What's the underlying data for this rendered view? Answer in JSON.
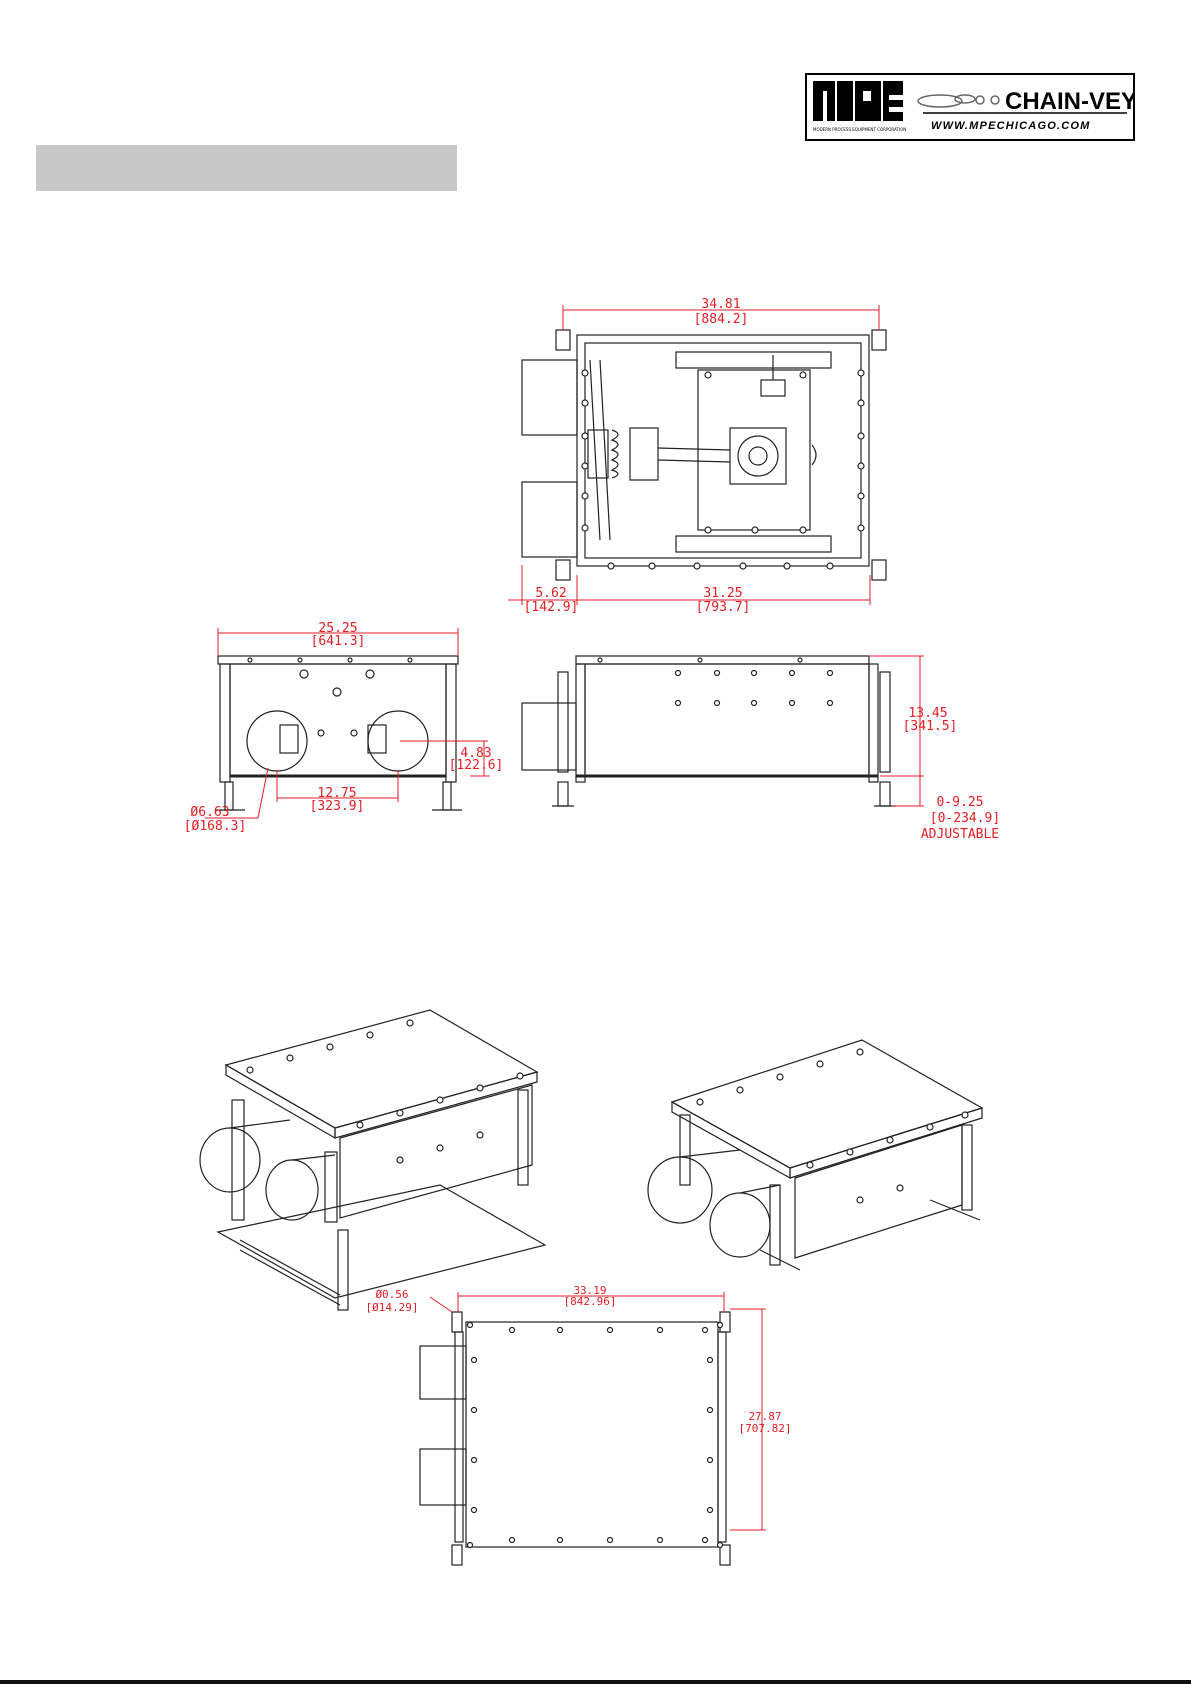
{
  "logo": {
    "brand_mark": "MPE",
    "company_name": "MODERN PROCESS EQUIPMENT CORPORATION",
    "product_name": "CHAIN-VEY",
    "website": "WWW.MPECHICAGO.COM"
  },
  "colors": {
    "dimension": "#e31e24",
    "line": "#222222",
    "title_bar": "#c8c8c8"
  },
  "top_view": {
    "overall_width": "34.81",
    "overall_width_mm": "[884.2]",
    "inlet_offset": "5.62",
    "inlet_offset_mm": "[142.9]",
    "body_width": "31.25",
    "body_width_mm": "[793.7]"
  },
  "end_view": {
    "width": "25.25",
    "width_mm": "[641.3]",
    "inlet_spacing": "12.75",
    "inlet_spacing_mm": "[323.9]",
    "inlet_height": "4.83",
    "inlet_height_mm": "[122.6]",
    "inlet_diameter": "Ø6.63",
    "inlet_diameter_mm": "[Ø168.3]"
  },
  "side_view": {
    "height": "13.45",
    "height_mm": "[341.5]",
    "leg_range": "0-9.25",
    "leg_range_mm": "[0-234.9]",
    "leg_note": "ADJUSTABLE"
  },
  "bottom_view": {
    "hole_diameter": "Ø0.56",
    "hole_diameter_mm": "[Ø14.29]",
    "width": "33.19",
    "width_mm": "[842.96]",
    "depth": "27.87",
    "depth_mm": "[707.82]"
  }
}
